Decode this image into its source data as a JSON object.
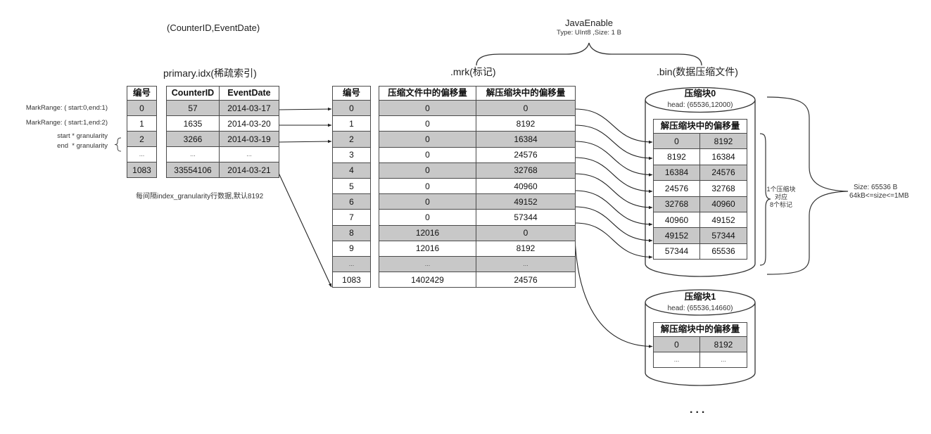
{
  "key_tuple": "(CounterID,EventDate)",
  "primary_idx": {
    "title": "primary.idx(稀疏索引)",
    "num_header": "编号",
    "headers": [
      "CounterID",
      "EventDate"
    ],
    "rows": [
      {
        "num": "0",
        "counter_id": "57",
        "event_date": "2014-03-17"
      },
      {
        "num": "1",
        "counter_id": "1635",
        "event_date": "2014-03-20"
      },
      {
        "num": "2",
        "counter_id": "3266",
        "event_date": "2014-03-19"
      },
      {
        "num": "...",
        "counter_id": "...",
        "event_date": "..."
      },
      {
        "num": "1083",
        "counter_id": "33554106",
        "event_date": "2014-03-21"
      }
    ],
    "note": "每间隔index_granularity行数据,默认8192"
  },
  "mark_ranges": [
    "MarkRange: ( start:0,end:1)",
    "MarkRange: ( start:1,end:2)"
  ],
  "granularity_labels": [
    "start * granularity",
    "end  * granularity"
  ],
  "column": {
    "name": "JavaEnable",
    "type_info": "Type: UInt8 ,Size: 1 B"
  },
  "mrk": {
    "title": ".mrk(标记)",
    "num_header": "编号",
    "headers": [
      "压缩文件中的偏移量",
      "解压缩块中的偏移量"
    ],
    "rows": [
      {
        "num": "0",
        "file_offset": "0",
        "block_offset": "0"
      },
      {
        "num": "1",
        "file_offset": "0",
        "block_offset": "8192"
      },
      {
        "num": "2",
        "file_offset": "0",
        "block_offset": "16384"
      },
      {
        "num": "3",
        "file_offset": "0",
        "block_offset": "24576"
      },
      {
        "num": "4",
        "file_offset": "0",
        "block_offset": "32768"
      },
      {
        "num": "5",
        "file_offset": "0",
        "block_offset": "40960"
      },
      {
        "num": "6",
        "file_offset": "0",
        "block_offset": "49152"
      },
      {
        "num": "7",
        "file_offset": "0",
        "block_offset": "57344"
      },
      {
        "num": "8",
        "file_offset": "12016",
        "block_offset": "0"
      },
      {
        "num": "9",
        "file_offset": "12016",
        "block_offset": "8192"
      },
      {
        "num": "...",
        "file_offset": "...",
        "block_offset": "..."
      },
      {
        "num": "1083",
        "file_offset": "1402429",
        "block_offset": "24576"
      }
    ]
  },
  "bin": {
    "title": ".bin(数据压缩文件)",
    "blocks": [
      {
        "title": "压缩块0",
        "head": "head: (65536,12000)",
        "table_header": "解压缩块中的偏移量",
        "rows": [
          [
            "0",
            "8192"
          ],
          [
            "8192",
            "16384"
          ],
          [
            "16384",
            "24576"
          ],
          [
            "24576",
            "32768"
          ],
          [
            "32768",
            "40960"
          ],
          [
            "40960",
            "49152"
          ],
          [
            "49152",
            "57344"
          ],
          [
            "57344",
            "65536"
          ]
        ]
      },
      {
        "title": "压缩块1",
        "head": "head: (65536,14660)",
        "table_header": "解压缩块中的偏移量",
        "rows": [
          [
            "0",
            "8192"
          ],
          [
            "...",
            "..."
          ]
        ]
      }
    ],
    "more": "..."
  },
  "block_mark_note": [
    "1个压缩块",
    "对应",
    "8个标记"
  ],
  "block_size_note": [
    "Size: 65536 B",
    "64kB<=size<=1MB"
  ]
}
